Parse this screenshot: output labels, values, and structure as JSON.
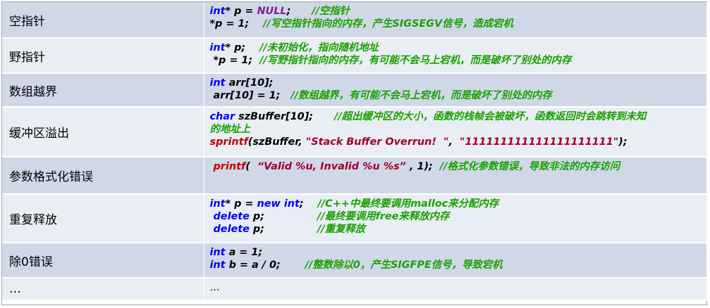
{
  "rows": [
    {
      "name": "空指针",
      "lines": [
        [
          [
            "kw",
            "int"
          ],
          [
            "pl",
            "* p = "
          ],
          [
            "nul",
            "NULL"
          ],
          [
            "pl",
            ";      "
          ],
          [
            "cm",
            "//空指针"
          ]
        ],
        [
          [
            "pl",
            "*p = 1;    "
          ],
          [
            "cm",
            "//写空指针指向的内存，产生SIGSEGV信号，造成宕机"
          ]
        ]
      ]
    },
    {
      "name": "野指针",
      "lines": [
        [
          [
            "kw",
            "int"
          ],
          [
            "pl",
            "* p;    "
          ],
          [
            "cm",
            "//未初始化，指向随机地址"
          ]
        ],
        [
          [
            "pl",
            " *p = 1;  "
          ],
          [
            "cm",
            "//写野指针指向的内存，有可能不会马上宕机，而是破坏了别处的内存"
          ]
        ]
      ]
    },
    {
      "name": "数组越界",
      "lines": [
        [
          [
            "kw",
            "int"
          ],
          [
            "pl",
            " arr[10];"
          ]
        ],
        [
          [
            "pl",
            " arr[10] = 1;   "
          ],
          [
            "cm",
            "//数组越界，有可能不会马上宕机，而是破坏了别处的内存"
          ]
        ]
      ]
    },
    {
      "name": "缓冲区溢出",
      "lines": [
        [
          [
            "kw",
            "char"
          ],
          [
            "pl",
            " szBuffer[10];      "
          ],
          [
            "cm",
            "//超出缓冲区的大小，函数的栈帧会被破坏，函数返回时会跳转到未知"
          ]
        ],
        [
          [
            "cm",
            "的地址上"
          ]
        ],
        [
          [
            "fn",
            "sprintf"
          ],
          [
            "pl",
            "(szBuffer, "
          ],
          [
            "str",
            "\"Stack Buffer Overrun!  \""
          ],
          [
            "pl",
            ",  "
          ],
          [
            "str",
            "\"111111111111111111111\""
          ],
          [
            "pl",
            ");"
          ]
        ]
      ]
    },
    {
      "name": "参数格式化错误",
      "lines": [
        [
          [
            "fn",
            " printf"
          ],
          [
            "pl",
            "(  "
          ],
          [
            "str",
            "“Valid %u, Invalid %u %s”"
          ],
          [
            "pl",
            " , 1);  "
          ],
          [
            "cm",
            "//格式化参数错误，导致非法的内存访问"
          ]
        ]
      ]
    },
    {
      "name": "重复释放",
      "lines": [
        [
          [
            "kw",
            "int"
          ],
          [
            "pl",
            "* p = "
          ],
          [
            "kw",
            "new int"
          ],
          [
            "pl",
            ";    "
          ],
          [
            "cm",
            "//C++中最终要调用malloc来分配内存"
          ]
        ],
        [
          [
            "kw",
            " delete"
          ],
          [
            "pl",
            " p;               "
          ],
          [
            "cm",
            "//最终要调用free来释放内存"
          ]
        ],
        [
          [
            "kw",
            " delete"
          ],
          [
            "pl",
            " p;               "
          ],
          [
            "cm",
            "//重复释放"
          ]
        ]
      ]
    },
    {
      "name": "除0错误",
      "lines": [
        [
          [
            "kw",
            "int"
          ],
          [
            "pl",
            " a = 1;"
          ]
        ],
        [
          [
            "kw",
            "int"
          ],
          [
            "pl",
            " b = a / 0;       "
          ],
          [
            "cm",
            "//整数除以0，产生SIGFPE信号，导致宕机"
          ]
        ]
      ]
    },
    {
      "name": "…",
      "lines": [
        [
          [
            "ellipsis",
            "…"
          ]
        ]
      ]
    }
  ]
}
